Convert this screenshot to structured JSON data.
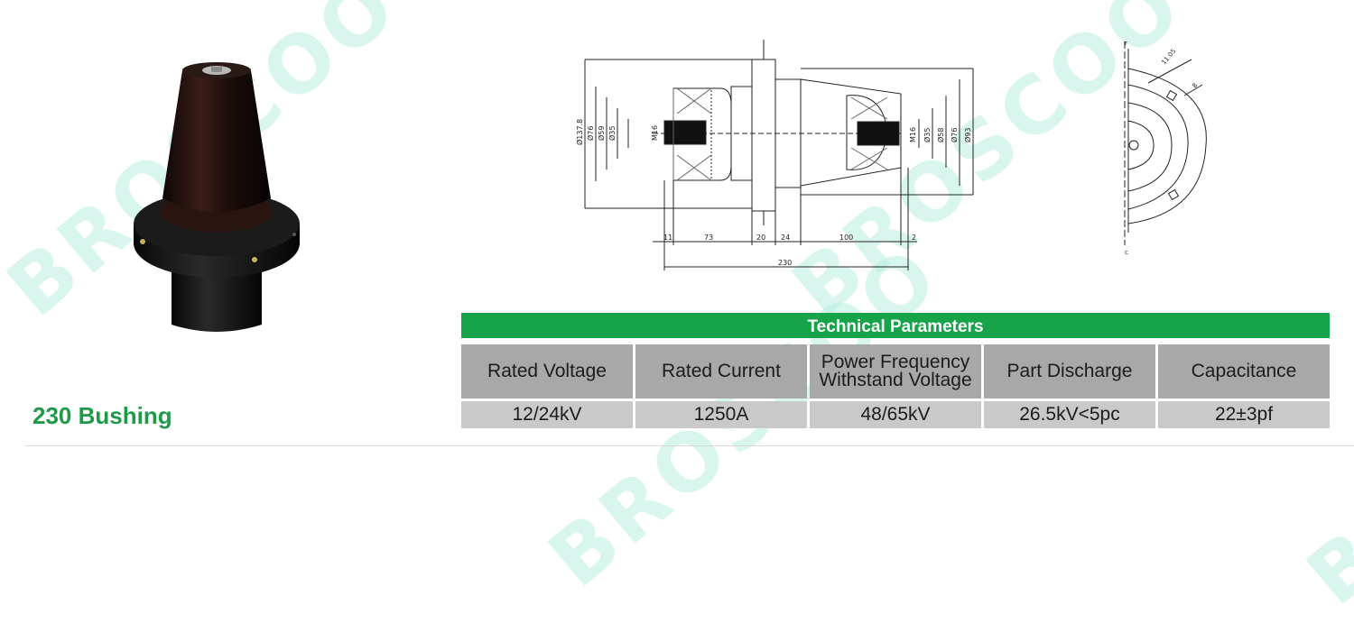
{
  "product": {
    "title": "230 Bushing",
    "watermark": "BROSCOO"
  },
  "drawing": {
    "dimensions": {
      "d_overall": "Ø137.8",
      "d_left_76": "Ø76",
      "d_left_59": "Ø59",
      "d_left_35": "Ø35",
      "d_left_m16": "M16",
      "d_right_m16": "M16",
      "d_right_35": "Ø35",
      "d_right_58": "Ø58",
      "d_right_76": "Ø76",
      "d_right_93": "Ø93",
      "len_11": "11",
      "len_73": "73",
      "len_20": "20",
      "len_24": "24",
      "len_100": "100",
      "len_2": "2",
      "len_230": "230",
      "side_dim_a": "11.05",
      "side_dim_b": "8",
      "side_mark_top": "r",
      "side_mark_bottom": "c"
    }
  },
  "technical_parameters": {
    "title": "Technical Parameters",
    "columns": [
      {
        "label_line1": "Rated Voltage",
        "label_line2": "",
        "value": "12/24kV"
      },
      {
        "label_line1": "Rated Current",
        "label_line2": "",
        "value": "1250A"
      },
      {
        "label_line1": "Power Frequency",
        "label_line2": "Withstand Voltage",
        "value": "48/65kV"
      },
      {
        "label_line1": "Part Discharge",
        "label_line2": "",
        "value": "26.5kV<5pc"
      },
      {
        "label_line1": "Capacitance",
        "label_line2": "",
        "value": "22±3pf"
      }
    ]
  }
}
